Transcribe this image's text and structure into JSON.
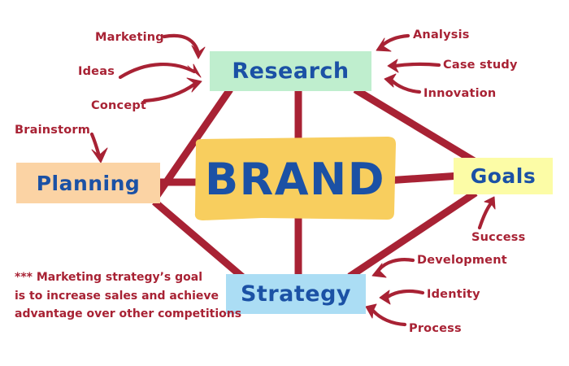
{
  "diagram": {
    "type": "mind-map",
    "title": "BRAND",
    "background_color": "#ffffff",
    "line_color": "#a82234",
    "text_color": "#1b51a5",
    "annotation_color": "#a82234"
  },
  "nodes": {
    "center": {
      "label": "BRAND",
      "color": "#f8ce5e"
    },
    "research": {
      "label": "Research",
      "color": "#bfeece"
    },
    "planning": {
      "label": "Planning",
      "color": "#fbd3a4"
    },
    "goals": {
      "label": "Goals",
      "color": "#fcfca6"
    },
    "strategy": {
      "label": "Strategy",
      "color": "#abddf4"
    }
  },
  "annotations": {
    "research_left": [
      {
        "label": "Marketing"
      },
      {
        "label": "Ideas"
      },
      {
        "label": "Concept"
      }
    ],
    "research_right": [
      {
        "label": "Analysis"
      },
      {
        "label": "Case study"
      },
      {
        "label": "Innovation"
      }
    ],
    "planning": [
      {
        "label": "Brainstorm"
      }
    ],
    "goals": [
      {
        "label": "Success"
      }
    ],
    "strategy": [
      {
        "label": "Development"
      },
      {
        "label": "Identity"
      },
      {
        "label": "Process"
      }
    ]
  },
  "footnote": {
    "line1": "*** Marketing strategy’s goal",
    "line2": "is to increase sales and achieve",
    "line3": "advantage over other competitions"
  }
}
